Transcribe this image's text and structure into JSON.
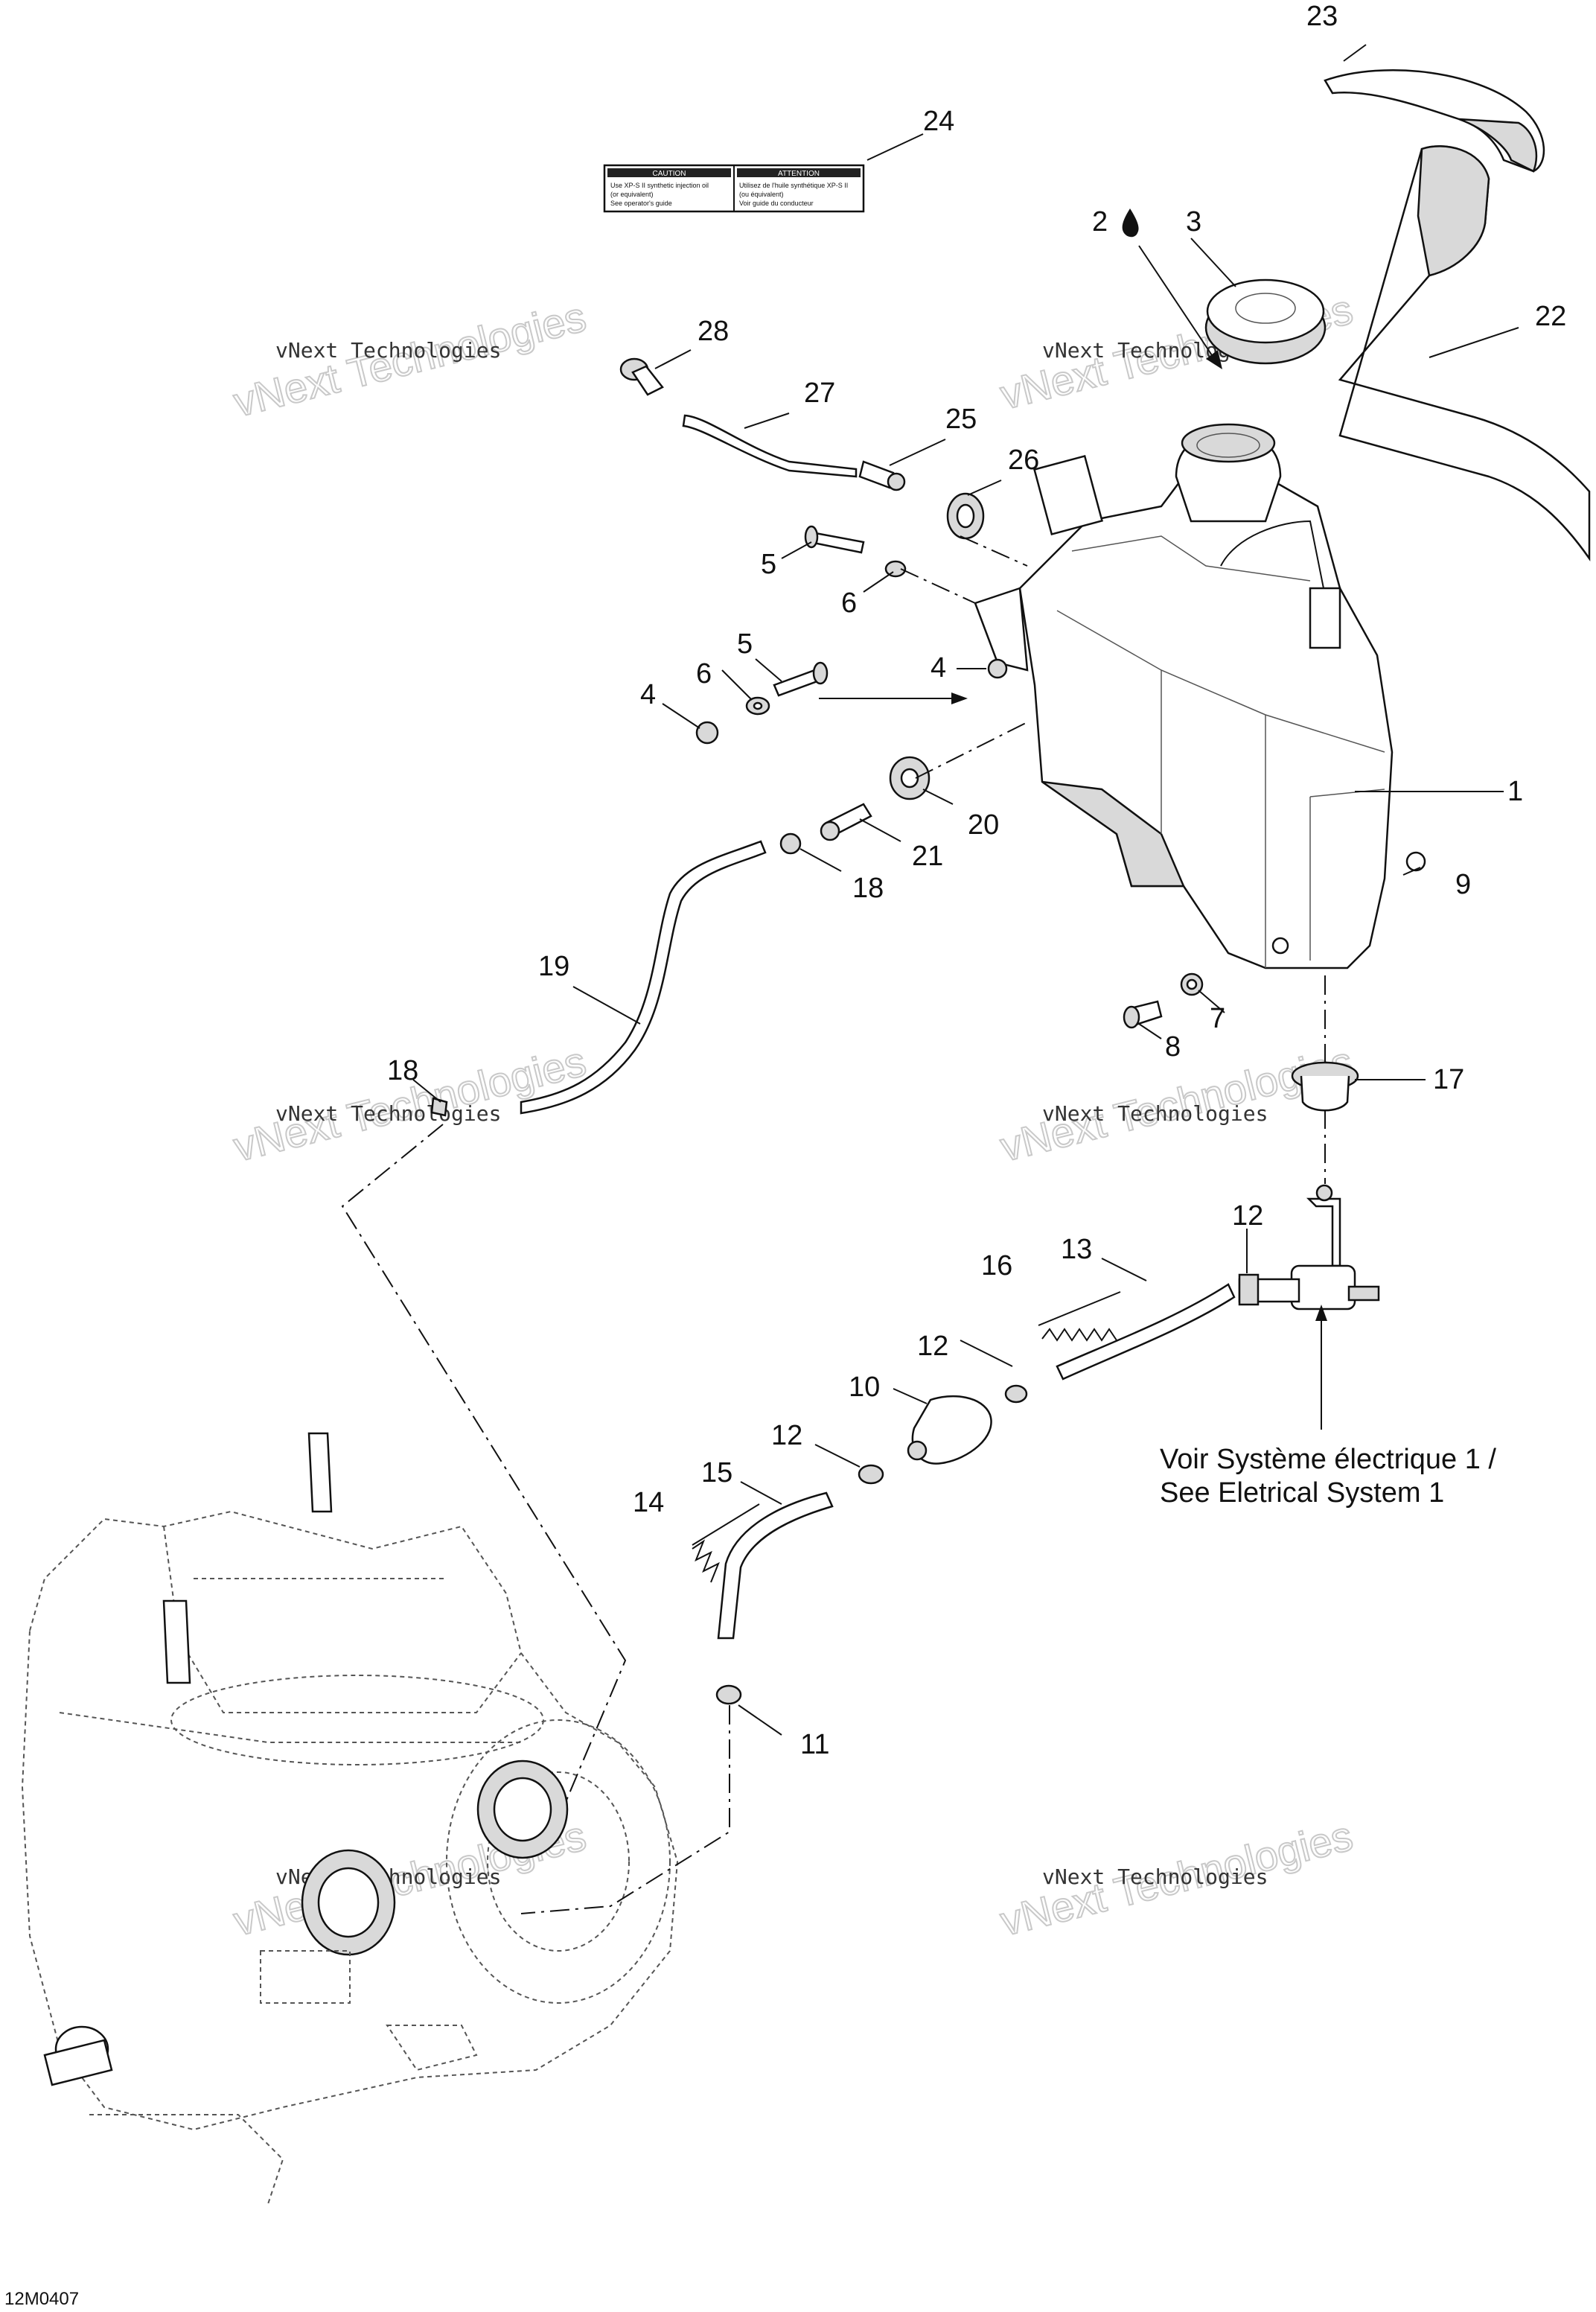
{
  "diagram_code": "12M0407",
  "watermark": {
    "line1": "vNext Technologies",
    "line2": "vNext Technologies"
  },
  "labels": {
    "l1": "1",
    "l2": "2",
    "l3": "3",
    "l4a": "4",
    "l4b": "4",
    "l5a": "5",
    "l5b": "5",
    "l6a": "6",
    "l6b": "6",
    "l7": "7",
    "l8": "8",
    "l9": "9",
    "l10": "10",
    "l11": "11",
    "l12a": "12",
    "l12b": "12",
    "l12c": "12",
    "l13": "13",
    "l14": "14",
    "l15": "15",
    "l16": "16",
    "l17": "17",
    "l18a": "18",
    "l18b": "18",
    "l19": "19",
    "l20": "20",
    "l21": "21",
    "l22": "22",
    "l23": "23",
    "l24": "24",
    "l25": "25",
    "l26": "26",
    "l27": "27",
    "l28": "28"
  },
  "note": {
    "line1": "Voir Système électrique 1 /",
    "line2": "See Eletrical System 1"
  },
  "decal": {
    "left_title": "CAUTION",
    "right_title": "ATTENTION",
    "left_l1": "Use XP-S II synthetic injection oil",
    "left_l2": "(or equivalent)",
    "left_l3": "See operator's guide",
    "right_l1": "Utilisez de l'huile synthétique XP-S II",
    "right_l2": "(ou équivalent)",
    "right_l3": "Voir guide du conducteur"
  }
}
